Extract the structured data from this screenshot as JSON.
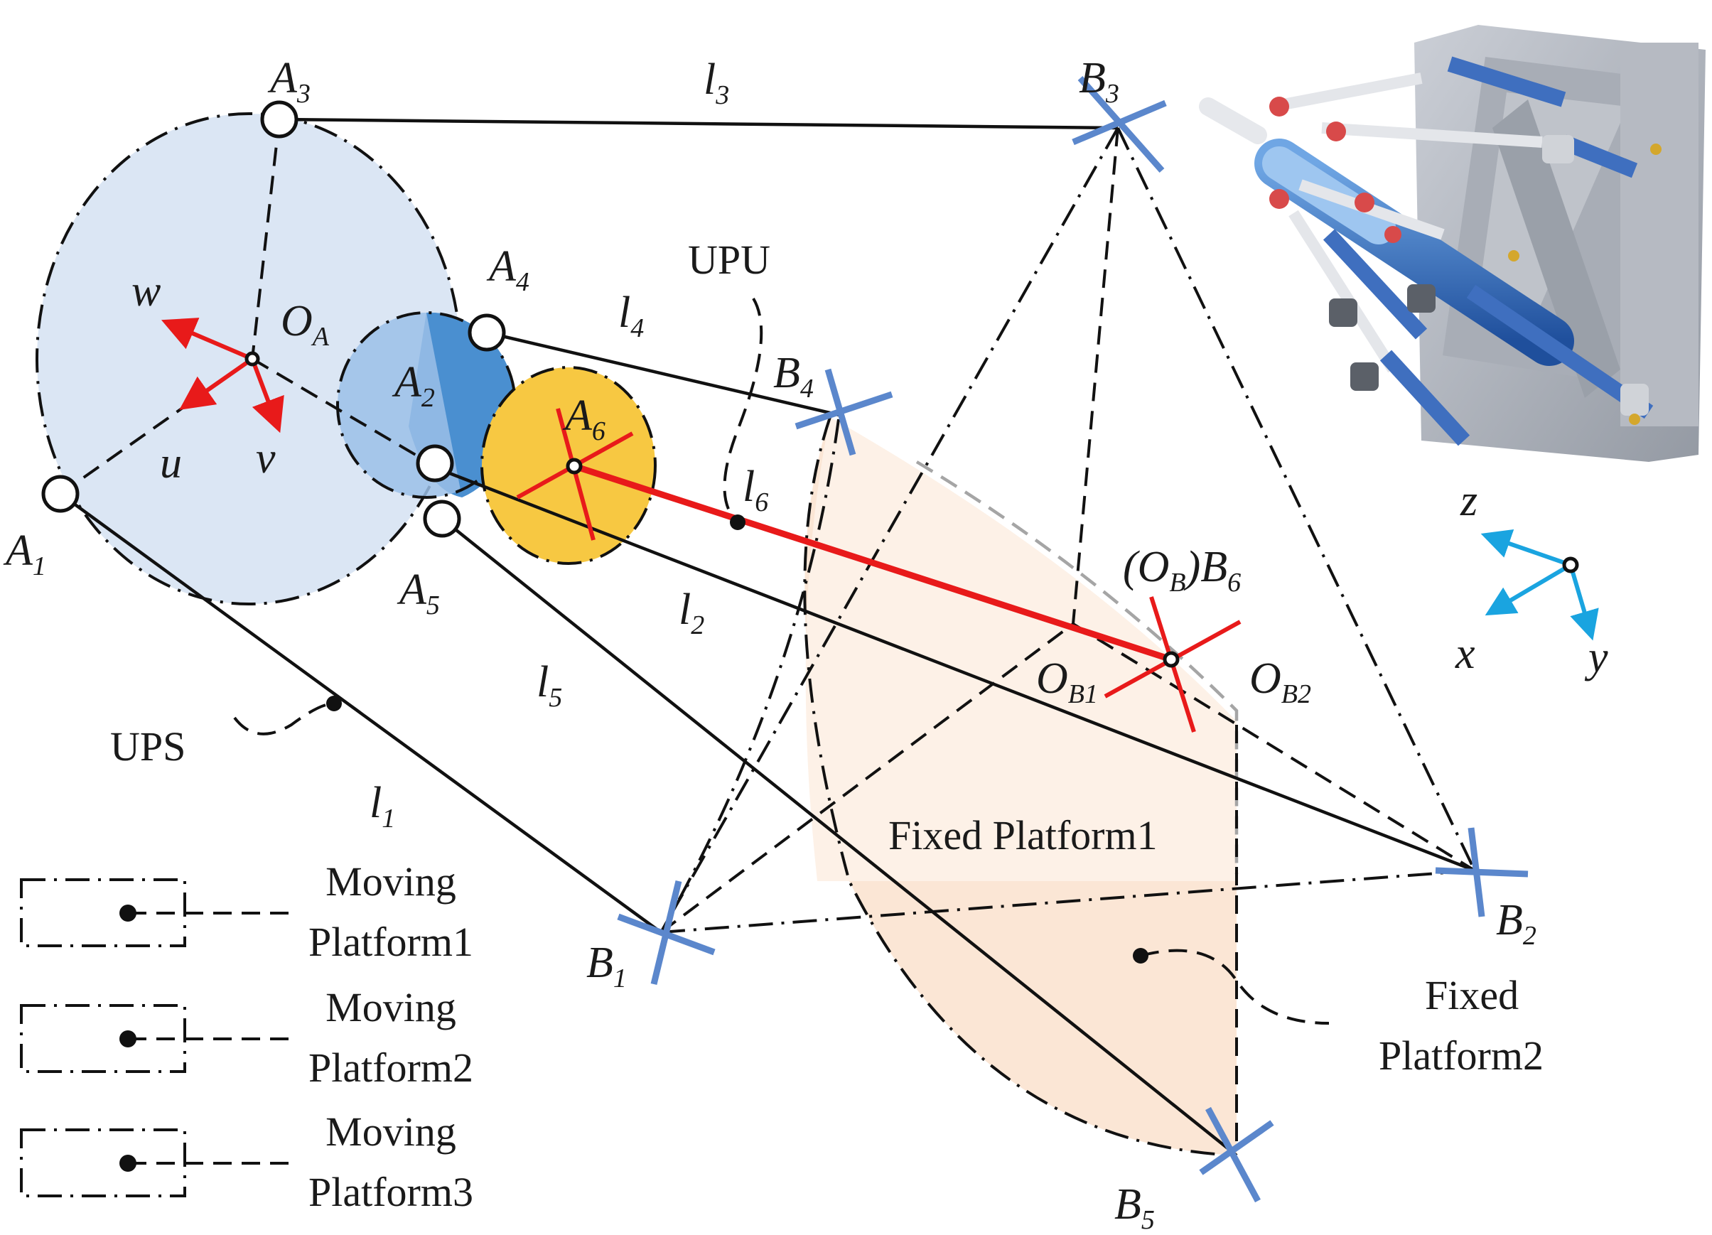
{
  "colors": {
    "moving_platform1": "#dbe6f4",
    "moving_platform2": "#4a8fd0",
    "moving_platform3": "#f7c842",
    "fixed_platform": "#fbe3d0",
    "base_joint": "#5b87cc",
    "limb6": "#e81a1a",
    "frame_axes": "#1aa4e0"
  },
  "points": {
    "A1": {
      "base": "A",
      "sub": "1"
    },
    "A2": {
      "base": "A",
      "sub": "2"
    },
    "A3": {
      "base": "A",
      "sub": "3"
    },
    "A4": {
      "base": "A",
      "sub": "4"
    },
    "A5": {
      "base": "A",
      "sub": "5"
    },
    "A6": {
      "base": "A",
      "sub": "6"
    },
    "OA": {
      "base": "O",
      "sub": "A"
    },
    "B1": {
      "base": "B",
      "sub": "1"
    },
    "B2": {
      "base": "B",
      "sub": "2"
    },
    "B3": {
      "base": "B",
      "sub": "3"
    },
    "B4": {
      "base": "B",
      "sub": "4"
    },
    "B5": {
      "base": "B",
      "sub": "5"
    },
    "B6": {
      "prefix": "(O",
      "prefix_sub": "B",
      "mid": ")B",
      "sub": "6"
    },
    "OB1": {
      "base": "O",
      "sub": "B1"
    },
    "OB2": {
      "base": "O",
      "sub": "B2"
    }
  },
  "limbs": {
    "l1": {
      "base": "l",
      "sub": "1"
    },
    "l2": {
      "base": "l",
      "sub": "2"
    },
    "l3": {
      "base": "l",
      "sub": "3"
    },
    "l4": {
      "base": "l",
      "sub": "4"
    },
    "l5": {
      "base": "l",
      "sub": "5"
    },
    "l6": {
      "base": "l",
      "sub": "6"
    }
  },
  "moving_frame": {
    "u": "u",
    "v": "v",
    "w": "w"
  },
  "fixed_frame": {
    "x": "x",
    "y": "y",
    "z": "z"
  },
  "joint_types": {
    "ups": "UPS",
    "upu": "UPU"
  },
  "platforms": {
    "fixed1": "Fixed Platform1",
    "fixed2_line1": "Fixed",
    "fixed2_line2": "Platform2"
  },
  "legend": [
    {
      "line1": "Moving",
      "line2": "Platform1",
      "color": "#dbe6f4"
    },
    {
      "line1": "Moving",
      "line2": "Platform2",
      "color": "#4a8fd0"
    },
    {
      "line1": "Moving",
      "line2": "Platform3",
      "color": "#f7c842"
    }
  ],
  "render_image": "hexapod-mechanism-render"
}
